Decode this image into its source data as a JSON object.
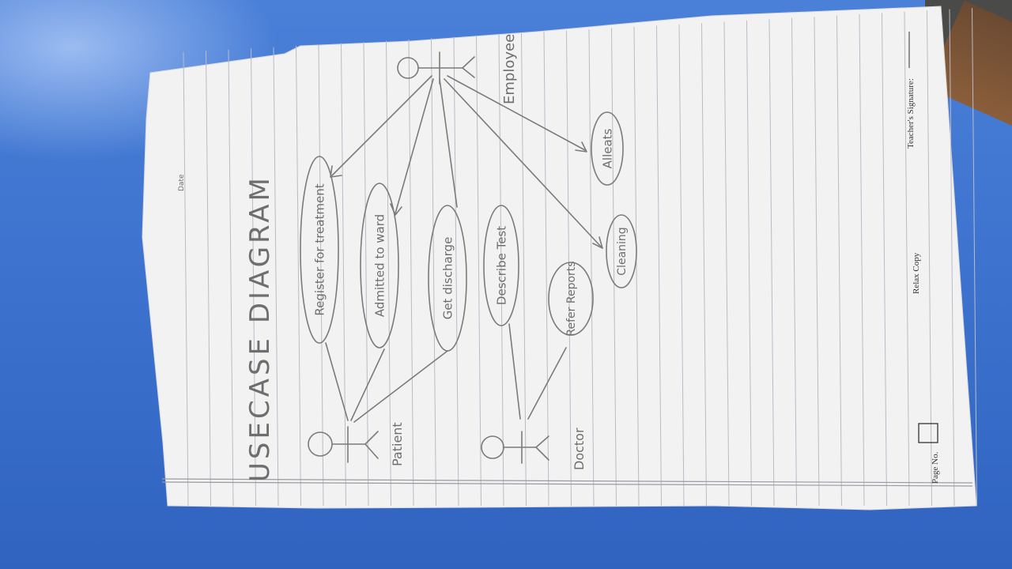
{
  "diagram": {
    "title": "USECASE DIAGRAM",
    "actors": {
      "patient": "Patient",
      "doctor": "Doctor",
      "employee": "Employee"
    },
    "use_cases": [
      {
        "label": "Register for treatment"
      },
      {
        "label": "Admitted to ward"
      },
      {
        "label": "Get discharge"
      },
      {
        "label": "Describe Test"
      },
      {
        "label": "Refer Reports"
      },
      {
        "label": "Cleaning"
      },
      {
        "label": "Alleats"
      }
    ]
  },
  "sheet_footer": {
    "page_no_label": "Page No.",
    "brand": "Relax Copy",
    "signature_label": "Teacher's Signature:",
    "date_mark": "Date"
  },
  "colors": {
    "background": "#3a72cf",
    "paper": "#f3f3f4",
    "ink": "#7b7b7b"
  }
}
